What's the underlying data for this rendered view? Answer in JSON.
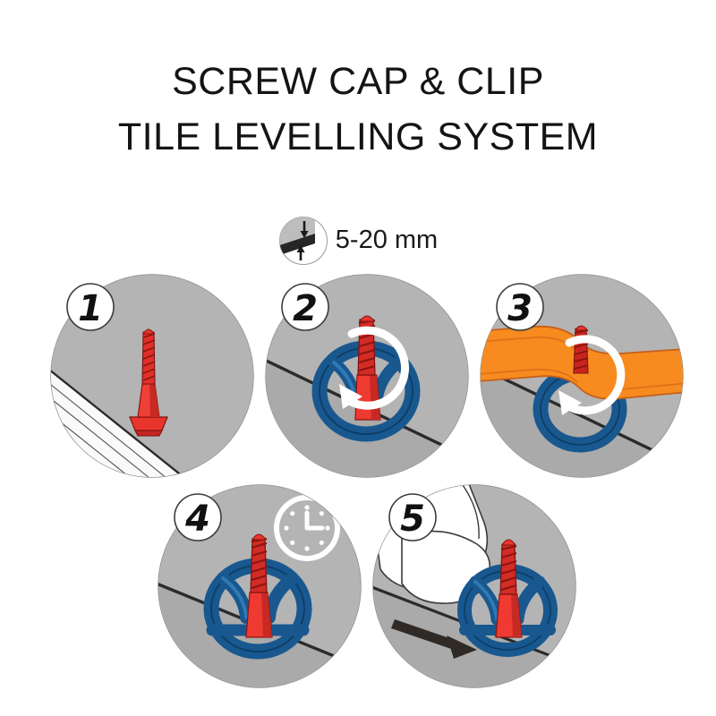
{
  "poster": {
    "title_line1": "SCREW CAP & CLIP",
    "title_line2": "TILE LEVELLING SYSTEM",
    "background_color": "#ffffff",
    "title_color": "#141414"
  },
  "thickness": {
    "icon_name": "tile-thickness-icon",
    "label": "5-20 mm",
    "min_mm": 5,
    "max_mm": 20,
    "unit": "mm"
  },
  "colors": {
    "tile_gray": "#b4b4b4",
    "tile_gray_dark": "#a2a2a2",
    "seam_dark": "#2b2b2b",
    "clip_red": "#e8352c",
    "clip_red_dark": "#a81d1a",
    "cap_blue": "#18588f",
    "cap_blue_dark": "#0e3e68",
    "cap_blue_light": "#2f79b5",
    "tool_orange": "#f78b1f",
    "tool_orange_dark": "#d9701a",
    "white": "#ffffff",
    "outline": "#3a3a3a"
  },
  "steps": [
    {
      "number": "1",
      "name": "place-clip-on-adhesive",
      "elements": [
        "gray-tile-surface",
        "combed-adhesive-bed",
        "red-threaded-clip"
      ]
    },
    {
      "number": "2",
      "name": "fit-screw-cap",
      "elements": [
        "gray-tile-surface",
        "tile-seam",
        "blue-screw-cap",
        "red-threaded-stem",
        "rotation-arrow"
      ]
    },
    {
      "number": "3",
      "name": "tighten-with-spanner",
      "elements": [
        "gray-tile-surface",
        "tile-seam",
        "orange-spanner-tool",
        "blue-screw-cap",
        "red-threaded-stem",
        "rotation-arrow"
      ]
    },
    {
      "number": "4",
      "name": "wait-for-adhesive-to-cure",
      "elements": [
        "gray-tile-surface",
        "tile-seam",
        "blue-screw-cap",
        "red-threaded-stem",
        "clock-icon"
      ]
    },
    {
      "number": "5",
      "name": "kick-off-clip",
      "elements": [
        "gray-tile-surface",
        "tile-seam",
        "white-boot",
        "blue-screw-cap",
        "red-threaded-stem",
        "direction-arrow"
      ]
    }
  ]
}
